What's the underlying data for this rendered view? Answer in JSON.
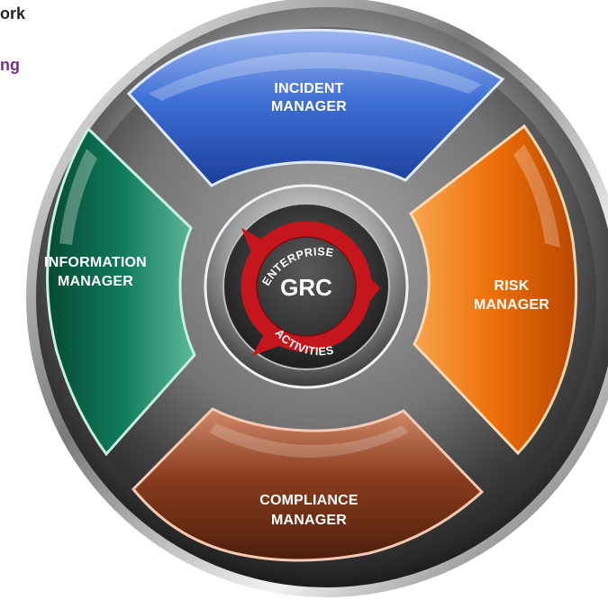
{
  "corner_text": {
    "line1": "ork",
    "line2": "ng"
  },
  "segments": {
    "top": {
      "line1": "INCIDENT",
      "line2": "MANAGER",
      "color": "#2f63c9"
    },
    "right": {
      "line1": "RISK",
      "line2": "MANAGER",
      "color": "#ee6f08"
    },
    "bottom": {
      "line1": "COMPLIANCE",
      "line2": "MANAGER",
      "color": "#8a3d1e"
    },
    "left": {
      "line1": "INFORMATION",
      "line2": "MANAGER",
      "color": "#0f7a5b"
    }
  },
  "center": {
    "label": "GRC",
    "arc_top": "ENTERPRISE",
    "arc_bottom": "ACTIVITIES",
    "ring_color": "#c4161c"
  }
}
